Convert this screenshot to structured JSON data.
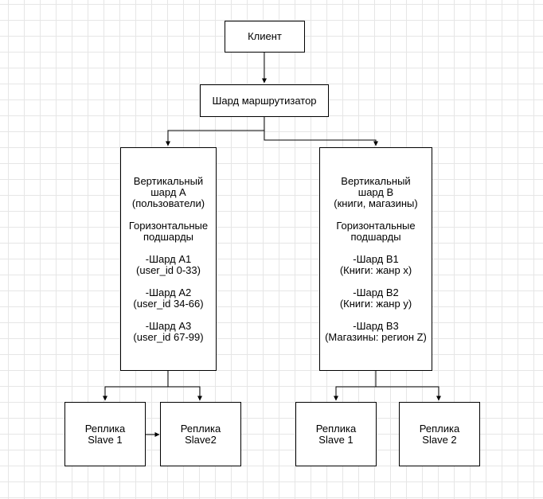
{
  "diagram": {
    "client": "Клиент",
    "router": "Шард маршрутизатор",
    "shard_a": "Вертикальный\nшард A\n(пользователи)\n\nГоризонтальные\nподшарды\n\n-Шард A1\n(user_id 0-33)\n\n-Шард A2\n(user_id 34-66)\n\n-Шард A3\n(user_id 67-99)",
    "shard_b": "Вертикальный\nшард B\n(книги, магазины)\n\nГоризонтальные\nподшарды\n\n-Шард B1\n(Книги: жанр x)\n\n-Шард B2\n(Книги: жанр y)\n\n-Шард B3\n(Магазины: регион Z)",
    "replica_a1": "Реплика\nSlave 1",
    "replica_a2": "Реплика\nSlave2",
    "replica_b1": "Реплика\nSlave 1",
    "replica_b2": "Реплика\nSlave 2"
  }
}
